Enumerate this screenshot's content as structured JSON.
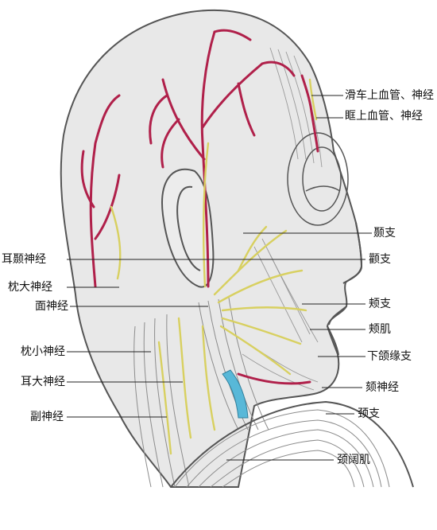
{
  "labels": {
    "supratrochlear": "滑车上血管、神经",
    "supraorbital": "眶上血管、神经",
    "temporal_branch": "颞支",
    "zygomatic_branch": "颧支",
    "auriculotemporal_nerve": "耳颞神经",
    "greater_occipital_nerve": "枕大神经",
    "facial_nerve": "面神经",
    "buccal_branch": "颊支",
    "buccinator": "颊肌",
    "lesser_occipital_nerve": "枕小神经",
    "marginal_mandibular_branch": "下颌缘支",
    "great_auricular_nerve": "耳大神经",
    "mental_nerve": "颏神经",
    "accessory_nerve": "副神经",
    "cervical_branch": "颈支",
    "platysma": "颈阔肌"
  },
  "colors": {
    "background": "#ffffff",
    "skin": "#e8e8e8",
    "outline": "#555555",
    "vessel": "#b0204a",
    "nerve": "#e8e070",
    "nerve_outline": "#8a8a30",
    "vein": "#58b8d8",
    "muscle_line": "#999999"
  }
}
